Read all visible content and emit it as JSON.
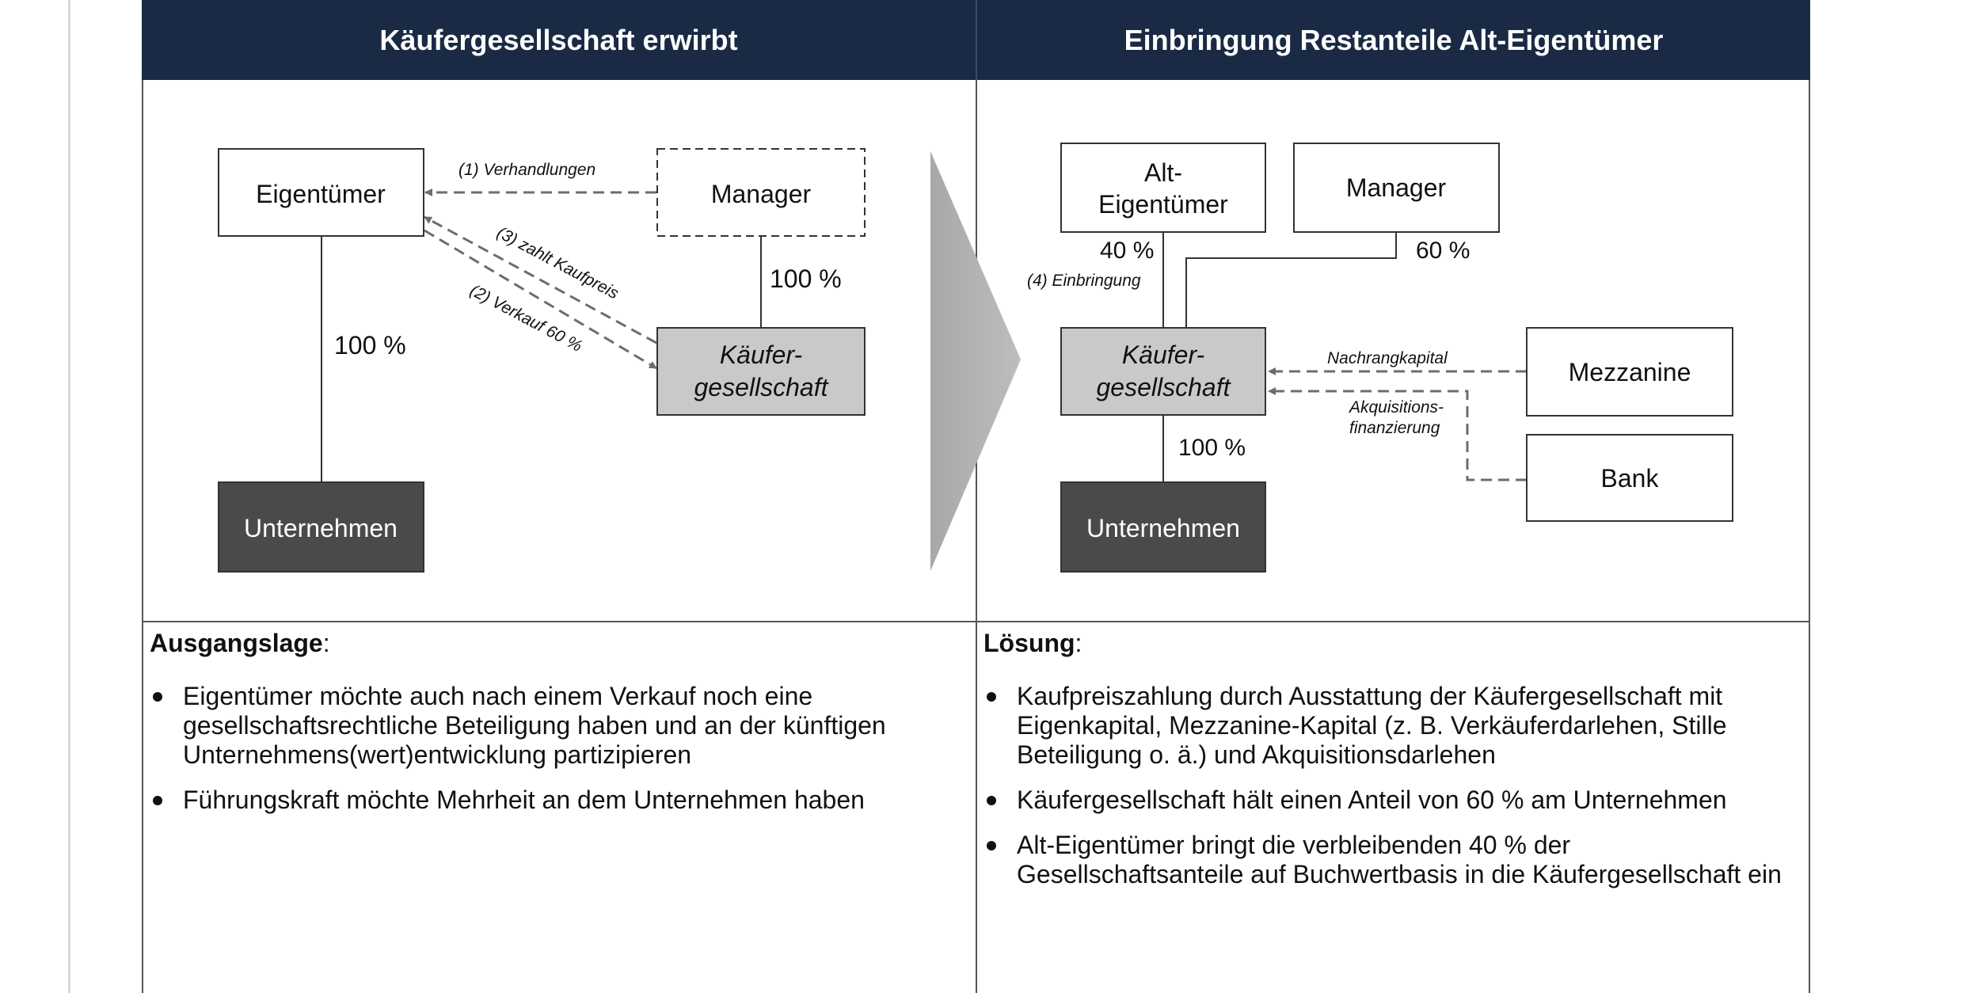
{
  "header": {
    "left_title": "Käufergesellschaft erwirbt",
    "right_title": "Einbringung Restanteile Alt-Eigentümer"
  },
  "left_diagram": {
    "eigentuemer": "Eigentümer",
    "manager": "Manager",
    "kaeufer_line1": "Käufer-",
    "kaeufer_line2": "gesellschaft",
    "unternehmen": "Unternehmen",
    "verhandlungen": "(1) Verhandlungen",
    "zahlt_kaufpreis": "(3) zahlt Kaufpreis",
    "verkauf": "(2) Verkauf 60 %",
    "pct_manager_kaeufer": "100 %",
    "pct_eigentuemer_unternehmen": "100 %"
  },
  "right_diagram": {
    "alt_line1": "Alt-",
    "alt_line2": "Eigentümer",
    "manager": "Manager",
    "kaeufer_line1": "Käufer-",
    "kaeufer_line2": "gesellschaft",
    "unternehmen": "Unternehmen",
    "mezzanine": "Mezzanine",
    "bank": "Bank",
    "pct_alt": "40 %",
    "pct_manager": "60 %",
    "pct_unternehmen": "100 %",
    "einbringung": "(4) Einbringung",
    "nachrangkapital": "Nachrangkapital",
    "akquisitions_line1": "Akquisitions-",
    "akquisitions_line2": "finanzierung"
  },
  "ausgangslage": {
    "heading": "Ausgangslage",
    "colon": ":",
    "bullets": [
      "Eigentümer möchte auch nach einem Verkauf noch eine gesellschaftsrechtliche Beteiligung haben und an der künftigen Unternehmens(wert)entwicklung partizipieren",
      "Führungskraft möchte Mehrheit an dem Unternehmen haben"
    ]
  },
  "loesung": {
    "heading": "Lösung",
    "colon": ":",
    "bullets": [
      "Kaufpreiszahlung durch Ausstattung der Käufergesellschaft mit Eigenkapital, Mezzanine-Kapital (z. B. Verkäuferdarlehen, Stille Beteiligung o. ä.) und Akquisitionsdarlehen",
      "Käufergesellschaft hält einen Anteil von 60 % am Unternehmen",
      "Alt-Eigentümer bringt die verbleibenden 40 % der Gesellschaftsanteile auf Buchwertbasis in die Käufergesellschaft ein"
    ]
  },
  "colors": {
    "header_bg": "#1b2a44",
    "kaeufer_box": "#c9c9c9",
    "unternehmen_box": "#4a4a4a",
    "chevron": "#b3b3b3",
    "dashed_arrow": "#6d6d6d"
  }
}
